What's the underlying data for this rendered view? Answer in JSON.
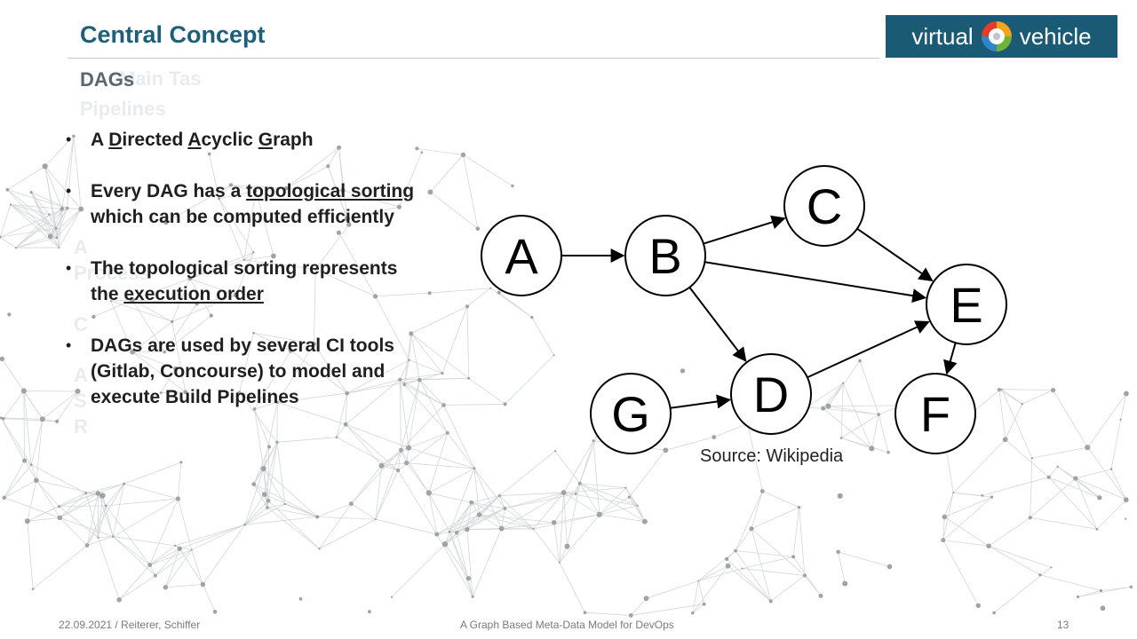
{
  "header": {
    "title": "Central Concept",
    "logo_left": "virtual",
    "logo_right": "vehicle"
  },
  "subtitle": "DAGs",
  "ghost_text": [
    "Main Tas",
    "Pipelines",
    "A",
    "Process",
    "C",
    "A",
    "S",
    "R"
  ],
  "bullets": [
    {
      "parts": [
        {
          "t": "A ",
          "u": false
        },
        {
          "t": "D",
          "u": true
        },
        {
          "t": "irected ",
          "u": false
        },
        {
          "t": "A",
          "u": true
        },
        {
          "t": "cyclic ",
          "u": false
        },
        {
          "t": "G",
          "u": true
        },
        {
          "t": "raph",
          "u": false
        }
      ]
    },
    {
      "parts": [
        {
          "t": "Every DAG has a ",
          "u": false
        },
        {
          "t": "topological sorting",
          "u": true
        },
        {
          "t": " which can be computed efficiently",
          "u": false
        }
      ]
    },
    {
      "parts": [
        {
          "t": "The topological sorting represents the ",
          "u": false
        },
        {
          "t": "execution order",
          "u": true
        }
      ]
    },
    {
      "parts": [
        {
          "t": "DAGs are used by several CI tools (Gitlab, Concourse) to model and execute Build Pipelines",
          "u": false
        }
      ]
    }
  ],
  "diagram": {
    "nodes": [
      "A",
      "B",
      "C",
      "D",
      "E",
      "F",
      "G"
    ],
    "edges": [
      [
        "A",
        "B"
      ],
      [
        "B",
        "C"
      ],
      [
        "B",
        "E"
      ],
      [
        "B",
        "D"
      ],
      [
        "C",
        "E"
      ],
      [
        "D",
        "E"
      ],
      [
        "E",
        "F"
      ],
      [
        "G",
        "D"
      ]
    ],
    "caption": "Source: Wikipedia"
  },
  "footer": {
    "date_authors": "22.09.2021 / Reiterer, Schiffer",
    "presentation": "A Graph Based Meta-Data Model for DevOps",
    "page": "13"
  },
  "colors": {
    "title": "#1d5f79",
    "logo_bg": "#1b5a75",
    "text": "#1f1f1f"
  }
}
